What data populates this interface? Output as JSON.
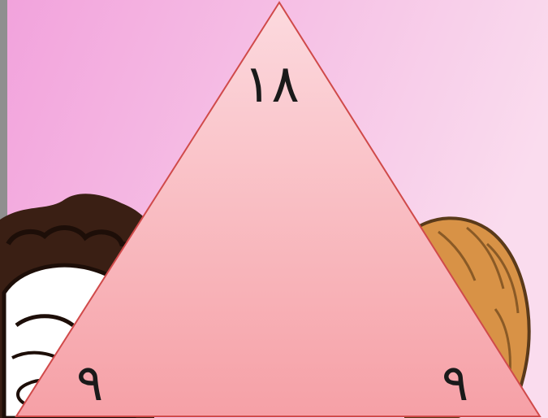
{
  "triangle": {
    "top_value": "١٨",
    "left_value": "٩",
    "right_value": "٩"
  },
  "colors": {
    "background_left": "#f4a6df",
    "background_right": "#f9dcef",
    "triangle_top": "#fbd5dc",
    "triangle_bottom": "#f7a3a8",
    "triangle_edge": "#d04a4a",
    "number_color": "#1a1a1a"
  },
  "decorations": {
    "left_character": "cartoon-character-dark-curly-hair",
    "right_character": "cartoon-character-orange-hair"
  }
}
